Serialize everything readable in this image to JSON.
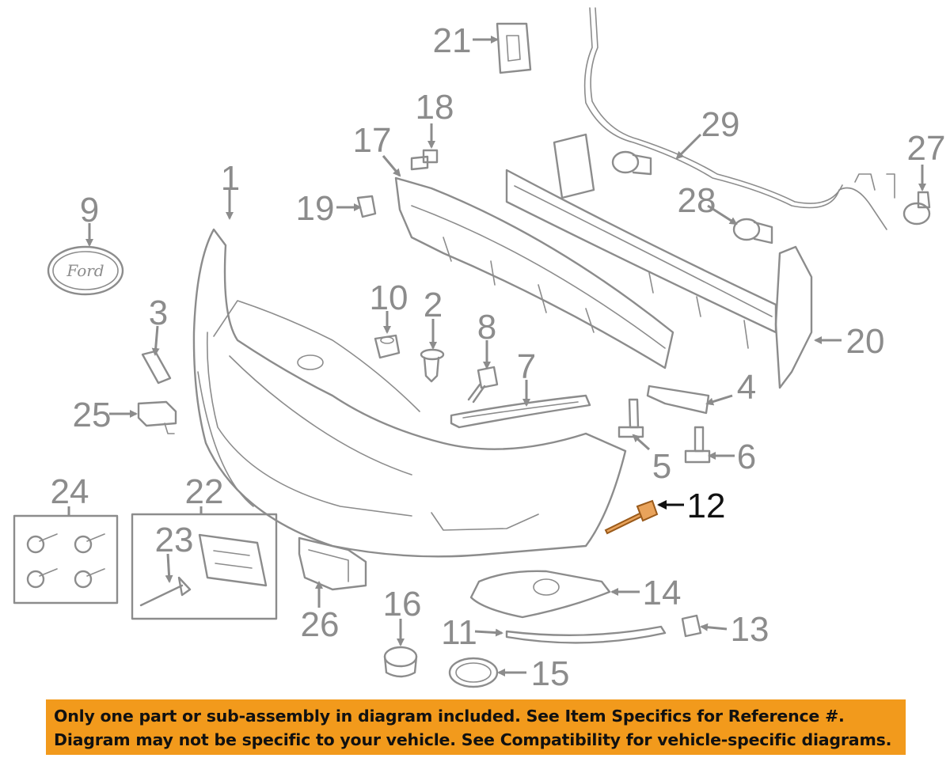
{
  "logo_text": "Ford",
  "callouts": [
    {
      "id": "c1",
      "label": "1"
    },
    {
      "id": "c2",
      "label": "2"
    },
    {
      "id": "c3",
      "label": "3"
    },
    {
      "id": "c4",
      "label": "4"
    },
    {
      "id": "c5",
      "label": "5"
    },
    {
      "id": "c6",
      "label": "6"
    },
    {
      "id": "c7",
      "label": "7"
    },
    {
      "id": "c8",
      "label": "8"
    },
    {
      "id": "c9",
      "label": "9"
    },
    {
      "id": "c10",
      "label": "10"
    },
    {
      "id": "c11",
      "label": "11"
    },
    {
      "id": "c12",
      "label": "12",
      "highlighted": true
    },
    {
      "id": "c13",
      "label": "13"
    },
    {
      "id": "c14",
      "label": "14"
    },
    {
      "id": "c15",
      "label": "15"
    },
    {
      "id": "c16",
      "label": "16"
    },
    {
      "id": "c17",
      "label": "17"
    },
    {
      "id": "c18",
      "label": "18"
    },
    {
      "id": "c19",
      "label": "19"
    },
    {
      "id": "c20",
      "label": "20"
    },
    {
      "id": "c21",
      "label": "21"
    },
    {
      "id": "c22",
      "label": "22"
    },
    {
      "id": "c23",
      "label": "23"
    },
    {
      "id": "c24",
      "label": "24"
    },
    {
      "id": "c25",
      "label": "25"
    },
    {
      "id": "c26",
      "label": "26"
    },
    {
      "id": "c27",
      "label": "27"
    },
    {
      "id": "c28",
      "label": "28"
    },
    {
      "id": "c29",
      "label": "29"
    }
  ],
  "banner": {
    "line1": "Only one part or sub-assembly in diagram included. See Item Specifics for Reference #.",
    "line2": "Diagram may not be specific to your vehicle. See Compatibility for vehicle-specific diagrams."
  },
  "colors": {
    "line_art": "#8c8c8c",
    "highlight_part": "#e9a35b",
    "banner_background": "#f29a1c",
    "banner_text": "#111111"
  }
}
